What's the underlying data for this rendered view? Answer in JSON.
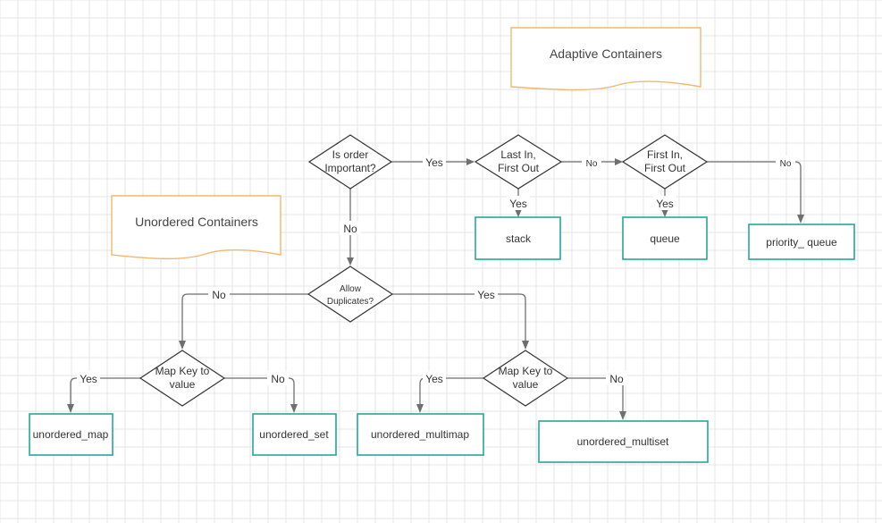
{
  "notes": {
    "adaptive": "Adaptive Containers",
    "unordered": "Unordered Containers"
  },
  "decisions": {
    "order_important": [
      "Is order",
      "Important?"
    ],
    "lifo": [
      "Last In,",
      "First Out"
    ],
    "fifo": [
      "First In,",
      "First Out"
    ],
    "allow_duplicates": [
      "Allow",
      "Duplicates?"
    ],
    "map_key_left": [
      "Map Key to",
      "value"
    ],
    "map_key_right": [
      "Map Key to",
      "value"
    ]
  },
  "containers": {
    "stack": "stack",
    "queue": "queue",
    "priority_queue": "priority_ queue",
    "unordered_map": "unordered_map",
    "unordered_set": "unordered_set",
    "unordered_multimap": "unordered_multimap",
    "unordered_multiset": "unordered_multiset"
  },
  "edge_labels": {
    "order_yes": "Yes",
    "order_no": "No",
    "lifo_no": "No",
    "lifo_yes": "Yes",
    "fifo_no": "No",
    "fifo_yes": "Yes",
    "dup_no": "No",
    "dup_yes": "Yes",
    "mapl_yes": "Yes",
    "mapl_no": "No",
    "mapr_yes": "Yes",
    "mapr_no": "No"
  },
  "colors": {
    "leaf_border": "#26a69a",
    "note_border": "#f0b86e",
    "edge": "#6f6f6f",
    "grid": "#e4e4e4"
  }
}
